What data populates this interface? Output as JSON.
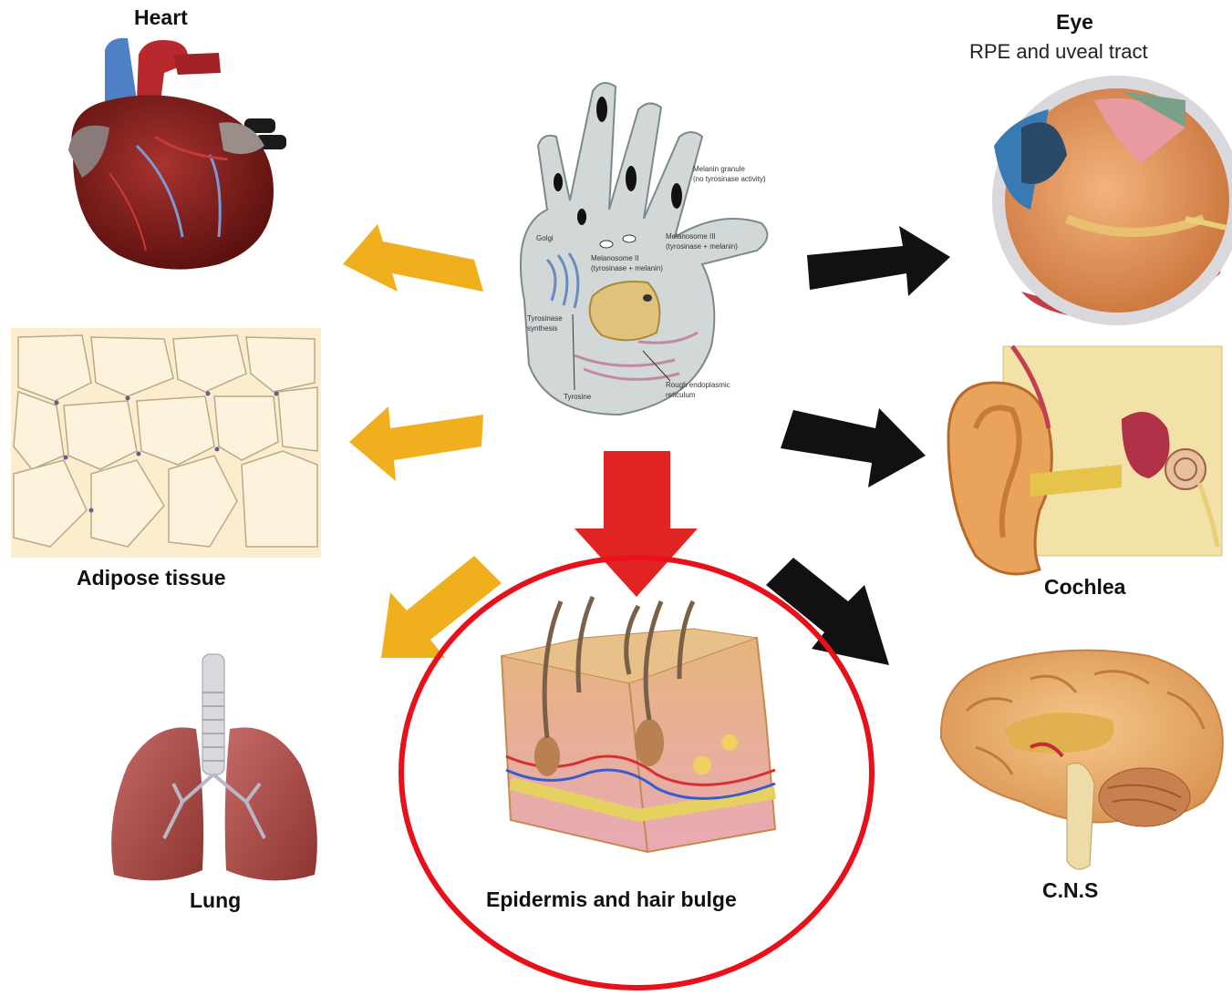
{
  "labels": {
    "heart": "Heart",
    "eye": "Eye",
    "eye_sub": "RPE and uveal tract",
    "adipose": "Adipose tissue",
    "cochlea": "Cochlea",
    "lung": "Lung",
    "epidermis": "Epidermis and hair bulge",
    "cns": "C.N.S"
  },
  "cell_annotations": {
    "melanin_granule": "Melanin granule",
    "melanin_granule_note": "(no tyrosinase activity)",
    "golgi": "Golgi",
    "melanosome3": "Melanosome III",
    "melanosome3_note": "(tyrosinase + melanin)",
    "melanosome2": "Melanosome II",
    "melanosome2_note": "(tyrosinase + melanin)",
    "tyrosinase_synthesis": "Tyrosinase",
    "tyrosinase_synthesis_2": "synthesis",
    "rough_er": "Rough endoplasmic",
    "rough_er_2": "reticulum",
    "tyrosine": "Tyrosine"
  },
  "colors": {
    "yellow_arrow": "#f0b01d",
    "black_arrow": "#111111",
    "red_arrow": "#e02424",
    "highlight_ring": "#e8101a"
  }
}
